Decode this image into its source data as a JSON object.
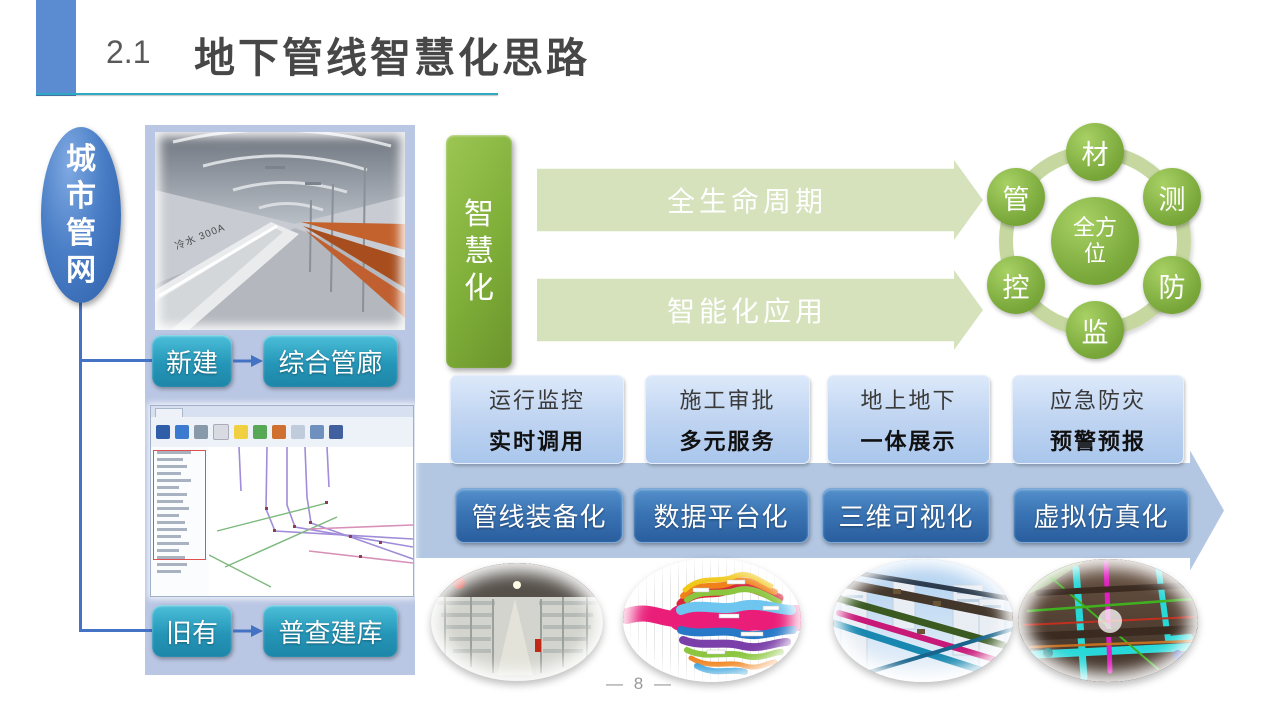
{
  "header": {
    "section_number": "2.1",
    "title": "地下管线智慧化思路"
  },
  "footer": {
    "page_label": "— 8 —"
  },
  "pipeline_flow": {
    "root": "城市管网",
    "tunnel_photo_label": "冷水 300A",
    "branches": [
      {
        "source": "新建",
        "result": "综合管廊"
      },
      {
        "source": "旧有",
        "result": "普查建库"
      }
    ]
  },
  "smart": {
    "label": "智慧化",
    "arrows": [
      "全生命周期",
      "智能化应用"
    ]
  },
  "cycle": {
    "center": "全方位",
    "nodes": [
      "材",
      "测",
      "防",
      "监",
      "控",
      "管"
    ]
  },
  "application_boxes": [
    {
      "title": "运行监控",
      "subtitle": "实时调用"
    },
    {
      "title": "施工审批",
      "subtitle": "多元服务"
    },
    {
      "title": "地上地下",
      "subtitle": "一体展示"
    },
    {
      "title": "应急防灾",
      "subtitle": "预警预报"
    }
  ],
  "capability_arrow": {
    "items": [
      "管线装备化",
      "数据平台化",
      "三维可视化",
      "虚拟仿真化"
    ]
  },
  "colors": {
    "accent_blue": "#5b8bd0",
    "underline_teal": "#2fa8c6",
    "panel_blue": "#bac7e4",
    "teal_button": "#2596b8",
    "green": "#79a73a",
    "light_green_arrow": "#d5e2bc",
    "big_arrow_blue": "#b3c7e2",
    "dark_blue_button": "#2d6db5",
    "connector_blue": "#4472c4"
  }
}
